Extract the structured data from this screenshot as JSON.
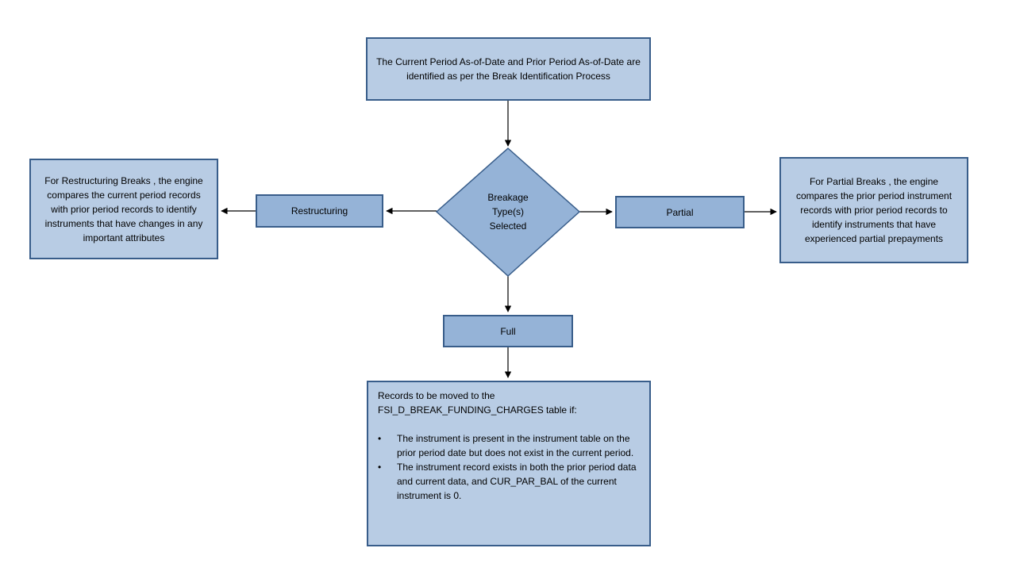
{
  "colors": {
    "light_fill": "#b8cce4",
    "medium_fill": "#95b3d7",
    "border_color": "#385d8a",
    "arrow": "#000000"
  },
  "top_box": {
    "text": "The Current Period As-of-Date and Prior Period As-of-Date are identified as per the Break Identification Process"
  },
  "diamond": {
    "text": "Breakage\nType(s)\nSelected"
  },
  "left_branch": {
    "label": "Restructuring",
    "detail": "For Restructuring Breaks , the engine compares the current period records with prior period records to identify instruments that have changes in any important attributes"
  },
  "right_branch": {
    "label": "Partial",
    "detail": "For Partial Breaks , the engine compares the prior period instrument records with prior period records to identify instruments that have experienced partial prepayments"
  },
  "bottom_branch": {
    "label": "Full",
    "detail_intro": "Records to be moved to the FSI_D_BREAK_FUNDING_CHARGES table if:",
    "bullet_marker": "•",
    "bullets": [
      "The instrument is present in the instrument table on the prior period date but does not exist in the current period.",
      "The instrument record exists in both the prior period data and current data, and CUR_PAR_BAL of the current instrument is 0."
    ]
  }
}
